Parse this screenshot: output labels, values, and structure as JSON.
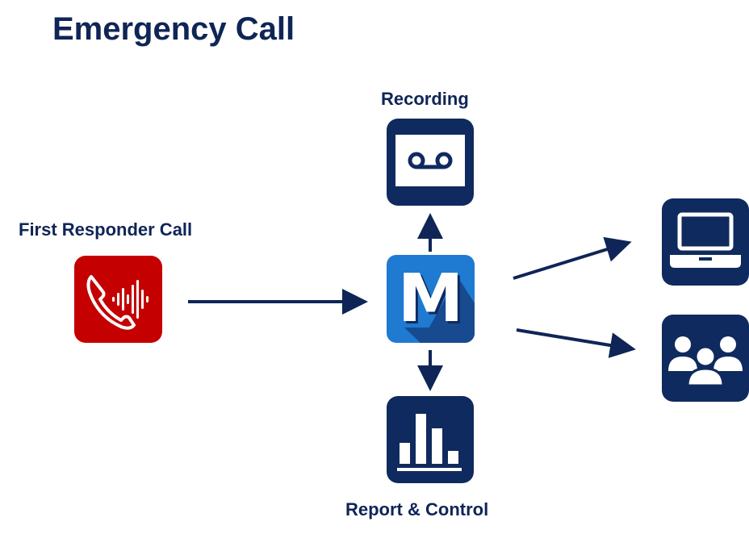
{
  "title": "Emergency Call",
  "labels": {
    "first_responder": "First Responder Call",
    "recording": "Recording",
    "report_control": "Report & Control"
  },
  "hub": {
    "letter": "M"
  },
  "icons": {
    "call": "phone-soundwave-icon",
    "hub": "m-logo-icon",
    "recording": "voicemail-icon",
    "report": "bar-chart-icon",
    "laptop": "laptop-icon",
    "group": "people-group-icon"
  },
  "colors": {
    "navy": "#0f2a5e",
    "red": "#c40000",
    "hub_light": "#1f7ad1",
    "hub_dark": "#184a8f"
  }
}
